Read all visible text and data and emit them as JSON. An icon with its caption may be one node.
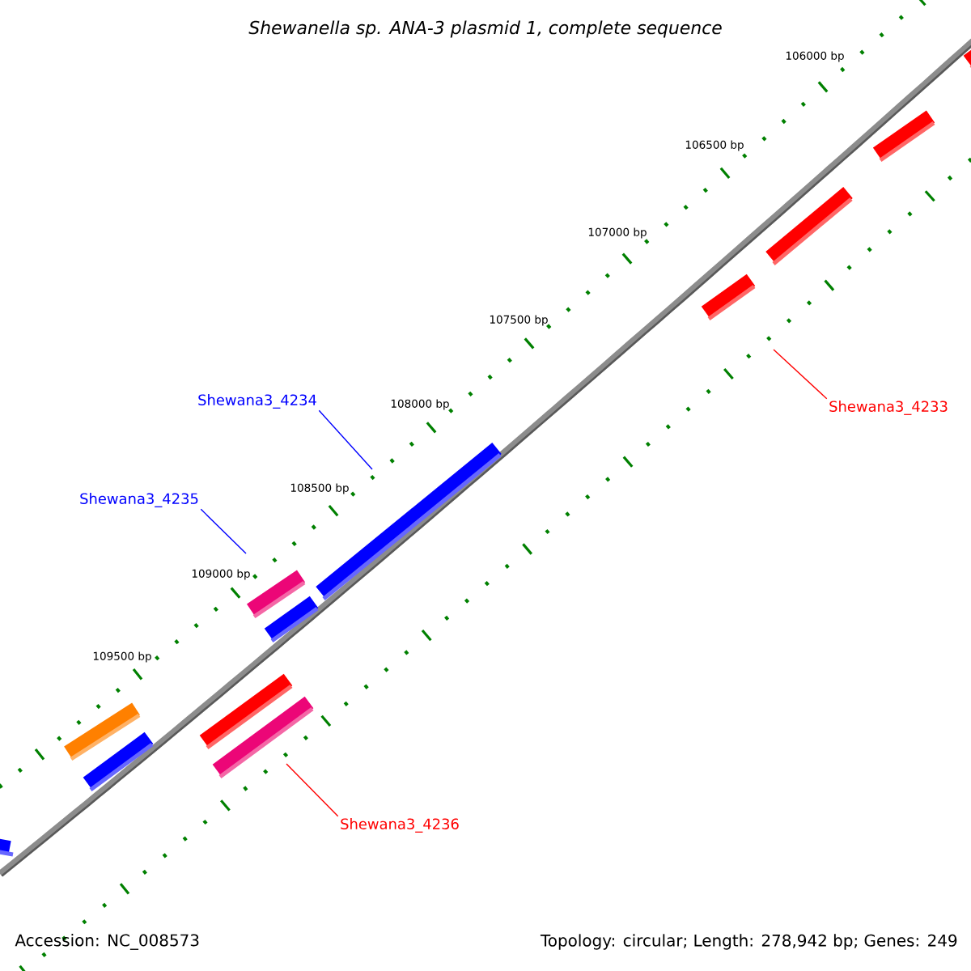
{
  "diagram": {
    "title": "*Shewanella* sp. ANA-3 plasmid 1, complete sequence",
    "nodes": [
      {
        "text": [
          "Shewana3_4234"
        ]
      },
      {
        "text": [
          "Shewana3_4235"
        ]
      },
      {
        "text": [
          "Shewana3_4233"
        ]
      },
      {
        "text": [
          "Shewana3_4236"
        ]
      }
    ],
    "edges": [
      {
        "from": 0,
        "to": null,
        "arrow": "none",
        "color": "#0000ff"
      },
      {
        "from": 1,
        "to": null,
        "arrow": "none",
        "color": "#0000ff"
      },
      {
        "from": 2,
        "to": null,
        "arrow": "none",
        "color": "#ff0000"
      },
      {
        "from": 3,
        "to": null,
        "arrow": "none",
        "color": "#ff0000"
      }
    ],
    "labels": [
      "106000 bp",
      "106500 bp",
      "107000 bp",
      "107500 bp",
      "108000 bp",
      "108500 bp",
      "109000 bp",
      "109500 bp",
      "Accession: NC_008573",
      "Topology: circular; Length: 278,942 bp; Genes: 249"
    ]
  }
}
